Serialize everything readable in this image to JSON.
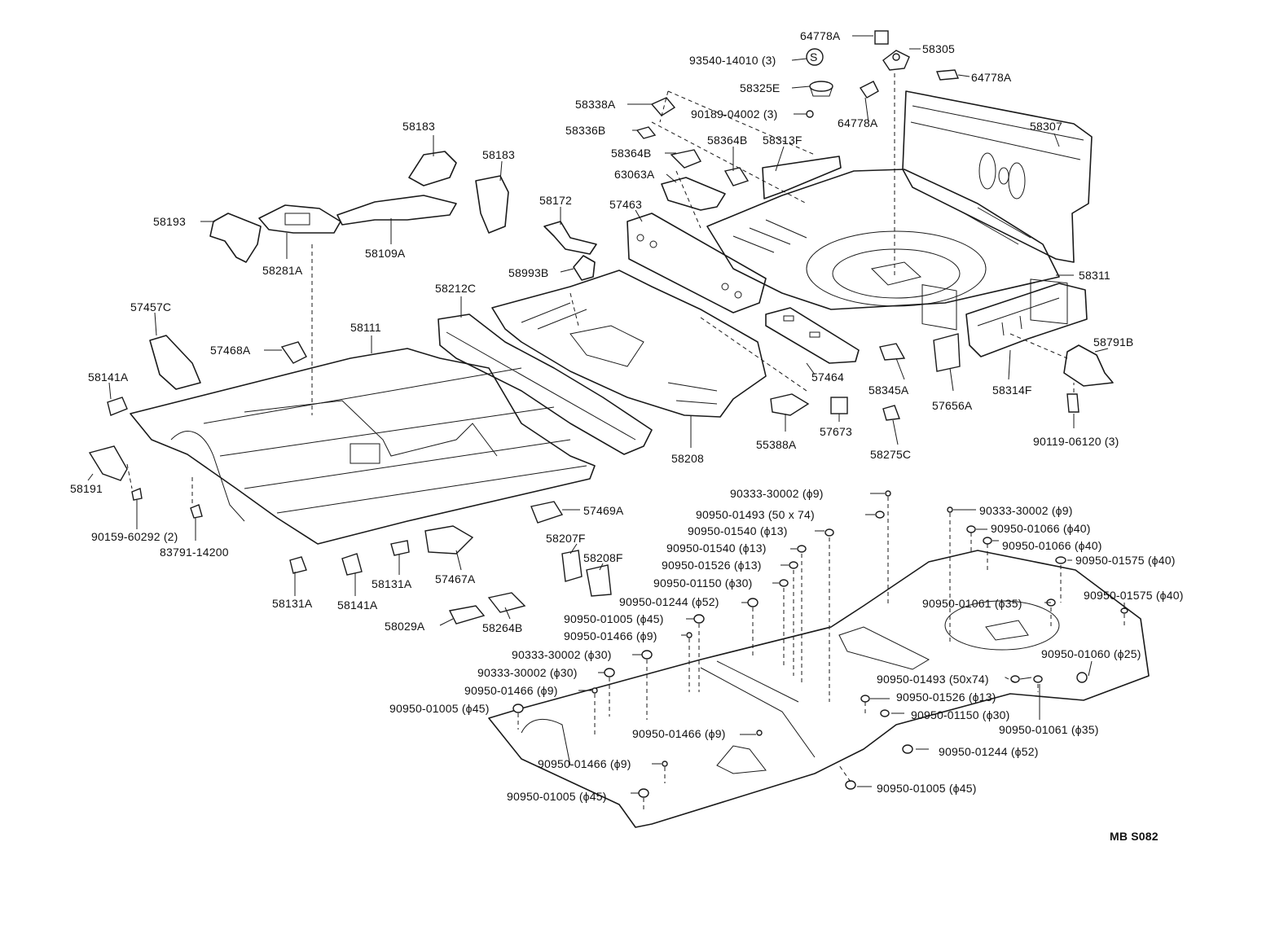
{
  "diagram_code": "MB S082",
  "colors": {
    "ink": "#1a1a1a",
    "paper": "#ffffff"
  },
  "labels": {
    "p64778a_top": "64778A",
    "p58305": "58305",
    "p93540": "93540-14010 (3)",
    "p_s_symbol": "S",
    "p58325e": "58325E",
    "p64778a_right": "64778A",
    "p58338a": "58338A",
    "p90189": "90189-04002 (3)",
    "p64778a_mid": "64778A",
    "p58336b": "58336B",
    "p58364b_a": "58364B",
    "p58364b_b": "58364B",
    "p58313f": "58313F",
    "p58307": "58307",
    "p63063a": "63063A",
    "p58183_a": "58183",
    "p58183_b": "58183",
    "p58172": "58172",
    "p57463": "57463",
    "p58193": "58193",
    "p58281a": "58281A",
    "p58109a": "58109A",
    "p58993b": "58993B",
    "p58311": "58311",
    "p58212c": "58212C",
    "p57457c": "57457C",
    "p58111": "58111",
    "p57468a": "57468A",
    "p58791b": "58791B",
    "p58141a_l": "58141A",
    "p57464": "57464",
    "p58345a": "58345A",
    "p57656a": "57656A",
    "p58314f": "58314F",
    "p57673": "57673",
    "p55388a": "55388A",
    "p58208": "58208",
    "p58275c": "58275C",
    "p90119": "90119-06120 (3)",
    "p58191": "58191",
    "p90159": "90159-60292 (2)",
    "p83791": "83791-14200",
    "p57469a": "57469A",
    "p58207f": "58207F",
    "p58208f": "58208F",
    "p58131a_r": "58131A",
    "p57467a": "57467A",
    "p58131a_l": "58131A",
    "p58141a_b": "58141A",
    "p58029a": "58029A",
    "p58264b": "58264B",
    "f90333_9_a": "90333-30002 (ϕ9)",
    "f90950_01493_a": "90950-01493 (50 x 74)",
    "f90950_01540_a": "90950-01540 (ϕ13)",
    "f90950_01540_b": "90950-01540 (ϕ13)",
    "f90950_01526_a": "90950-01526 (ϕ13)",
    "f90950_01150_a": "90950-01150 (ϕ30)",
    "f90950_01244_a": "90950-01244 (ϕ52)",
    "f90950_01005_a": "90950-01005 (ϕ45)",
    "f90950_01466_a": "90950-01466 (ϕ9)",
    "f90333_30_a": "90333-30002 (ϕ30)",
    "f90333_30_b": "90333-30002 (ϕ30)",
    "f90950_01466_b": "90950-01466 (ϕ9)",
    "f90950_01005_b": "90950-01005 (ϕ45)",
    "f90950_01466_c": "90950-01466 (ϕ9)",
    "f90950_01466_d": "90950-01466 (ϕ9)",
    "f90950_01005_c": "90950-01005 (ϕ45)",
    "f90333_9_b": "90333-30002 (ϕ9)",
    "f90950_01066_a": "90950-01066 (ϕ40)",
    "f90950_01066_b": "90950-01066 (ϕ40)",
    "f90950_01575_a": "90950-01575 (ϕ40)",
    "f90950_01575_b": "90950-01575 (ϕ40)",
    "f90950_01061_a": "90950-01061 (ϕ35)",
    "f90950_01060": "90950-01060 (ϕ25)",
    "f90950_01493_b": "90950-01493 (50x74)",
    "f90950_01526_b": "90950-01526 (ϕ13)",
    "f90950_01150_b": "90950-01150 (ϕ30)",
    "f90950_01061_b": "90950-01061 (ϕ35)",
    "f90950_01244_b": "90950-01244 (ϕ52)",
    "f90950_01005_d": "90950-01005 (ϕ45)"
  }
}
